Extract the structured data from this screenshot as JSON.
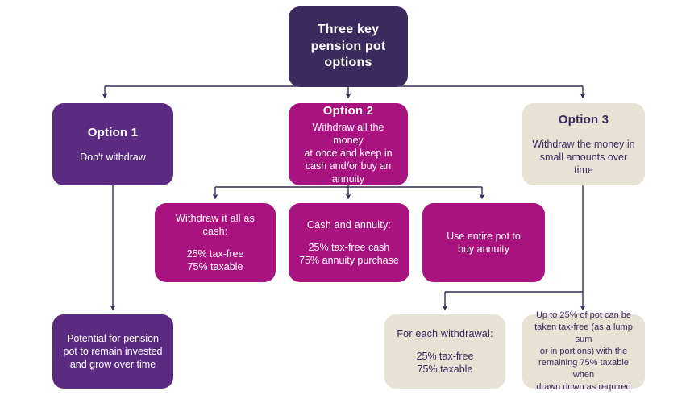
{
  "diagram": {
    "title": "Three key pension pot options",
    "colors": {
      "navy": "#3b2a5e",
      "purple": "#5b2b82",
      "magenta": "#a8137f",
      "cream": "#e6e2d5",
      "connector": "#3b2a5e",
      "background": "#ffffff"
    }
  },
  "root": {
    "line1": "Three key",
    "line2": "pension pot",
    "line3": "options"
  },
  "options": {
    "option1": {
      "title": "Option 1",
      "body": "Don't withdraw"
    },
    "option2": {
      "title": "Option 2",
      "line1": "Withdraw all the money",
      "line2": "at once and keep in",
      "line3": "cash and/or buy an",
      "line4": "annuity"
    },
    "option3": {
      "title": "Option 3",
      "line1": "Withdraw the money in",
      "line2": "small amounts over",
      "line3": "time"
    }
  },
  "option2_children": {
    "cash": {
      "heading": "Withdraw it all as cash:",
      "line1": "25% tax-free",
      "line2": "75% taxable"
    },
    "cash_and_annuity": {
      "heading": "Cash and annuity:",
      "line1": "25% tax-free cash",
      "line2": "75% annuity purchase"
    },
    "annuity": {
      "line1": "Use entire pot to",
      "line2": "buy annuity"
    }
  },
  "option1_outcome": {
    "line1": "Potential for pension",
    "line2": "pot to remain invested",
    "line3": "and grow over time"
  },
  "option3_children": {
    "each_withdrawal": {
      "heading": "For each withdrawal:",
      "line1": "25% tax-free",
      "line2": "75% taxable"
    },
    "lump_sum": {
      "line1": "Up to 25% of pot can be",
      "line2": "taken tax-free (as a lump sum",
      "line3": "or in portions) with the",
      "line4": "remaining 75% taxable when",
      "line5": "drawn down as required"
    }
  }
}
